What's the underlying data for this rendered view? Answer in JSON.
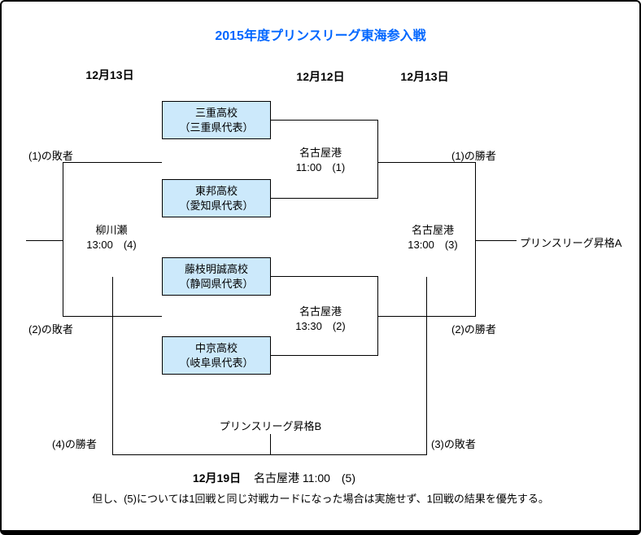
{
  "title": "2015年度プリンスリーグ東海参入戦",
  "colors": {
    "title_text": "#0066ff",
    "team_box_fill": "#cce9fb",
    "line_color": "#000000"
  },
  "round_dates": {
    "left": "12月13日",
    "middle": "12月12日",
    "right": "12月13日"
  },
  "teams": [
    {
      "name": "三重高校",
      "rep": "（三重県代表）"
    },
    {
      "name": "東邦高校",
      "rep": "（愛知県代表）"
    },
    {
      "name": "藤枝明誠高校",
      "rep": "（静岡県代表）"
    },
    {
      "name": "中京高校",
      "rep": "（岐阜県代表）"
    }
  ],
  "matches": {
    "m1": {
      "venue": "名古屋港",
      "detail": "11:00　(1)"
    },
    "m2": {
      "venue": "名古屋港",
      "detail": "13:30　(2)"
    },
    "m3": {
      "venue": "名古屋港",
      "detail": "13:00　(3)"
    },
    "m4": {
      "venue": "柳川瀬",
      "detail": "13:00　(4)"
    },
    "m5": {
      "date": "12月19日",
      "detail": "名古屋港 11:00　(5)"
    }
  },
  "labels": {
    "loser1": "(1)の敗者",
    "loser2": "(2)の敗者",
    "winner1": "(1)の勝者",
    "winner2": "(2)の勝者",
    "winner4": "(4)の勝者",
    "loser3": "(3)の敗者",
    "promotion_a": "プリンスリーグ昇格A",
    "promotion_b": "プリンスリーグ昇格B"
  },
  "note": "但し、(5)については1回戦と同じ対戦カードになった場合は実施せず、1回戦の結果を優先する。"
}
